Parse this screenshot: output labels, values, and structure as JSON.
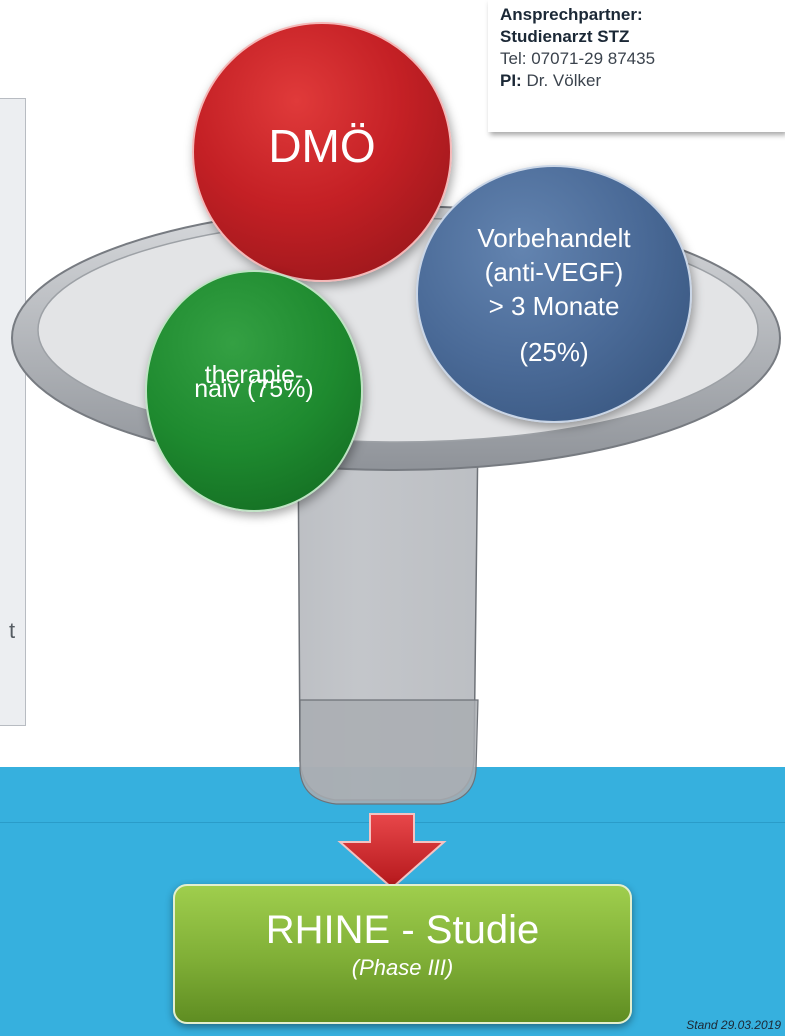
{
  "contact": {
    "heading": "Ansprechpartner:",
    "doctor": "Studienarzt STZ",
    "tel_label": "Tel:",
    "tel_value": "07071-29 87435",
    "pi_label": "PI:",
    "pi_value": "Dr. Völker"
  },
  "left_panel": {
    "text": "t"
  },
  "funnel": {
    "circles": {
      "main": {
        "label": "DMÖ",
        "color": "#c42025"
      },
      "pretreated": {
        "lines": [
          "Vorbehandelt",
          "(anti-VEGF)",
          "> 3 Monate"
        ],
        "share": "(25%)",
        "color": "#4a6a97"
      },
      "naive": {
        "lines": [
          "therapie-",
          "naiv (75%)"
        ],
        "color": "#1e8a2f"
      }
    }
  },
  "study": {
    "title": "RHINE - Studie",
    "phase": "(Phase III)",
    "color": "#7fae36"
  },
  "footer": {
    "date": "Stand 29.03.2019"
  },
  "colors": {
    "band": "#36b0de",
    "arrow": "#d3272b"
  }
}
